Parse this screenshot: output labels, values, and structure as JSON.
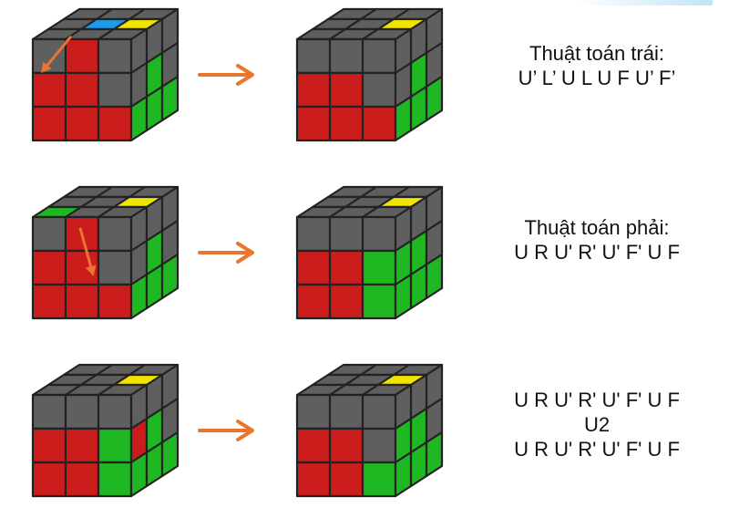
{
  "colors": {
    "grey": "#5f5f5f",
    "red": "#cc1d1d",
    "green": "#1fb822",
    "yellow": "#f2e400",
    "blue": "#1e9be8",
    "arrow": "#e8762f",
    "inner_arrow": "#e8762f"
  },
  "rows": [
    {
      "before": {
        "top": [
          "G",
          "G",
          "G",
          "G",
          "B",
          "Y",
          "G",
          "G",
          "G"
        ],
        "front": [
          "G",
          "R",
          "G",
          "R",
          "R",
          "G",
          "R",
          "R",
          "R"
        ],
        "side": [
          "G",
          "G",
          "G",
          "G",
          "N",
          "G",
          "N",
          "N",
          "N"
        ],
        "inner_arrow": "down-left"
      },
      "after": {
        "top": [
          "G",
          "G",
          "G",
          "G",
          "G",
          "Y",
          "G",
          "G",
          "G"
        ],
        "front": [
          "G",
          "G",
          "G",
          "R",
          "R",
          "G",
          "R",
          "R",
          "R"
        ],
        "side": [
          "G",
          "G",
          "G",
          "G",
          "N",
          "G",
          "N",
          "N",
          "N"
        ]
      },
      "algorithm": [
        "Thuật toán trái:",
        "U’ L’ U L U F U’ F’"
      ]
    },
    {
      "before": {
        "top": [
          "G",
          "G",
          "G",
          "G",
          "G",
          "Y",
          "N",
          "G",
          "G"
        ],
        "front": [
          "G",
          "R",
          "G",
          "R",
          "R",
          "G",
          "R",
          "R",
          "R"
        ],
        "side": [
          "G",
          "G",
          "G",
          "G",
          "N",
          "G",
          "N",
          "N",
          "N"
        ],
        "inner_arrow": "down-right"
      },
      "after": {
        "top": [
          "G",
          "G",
          "G",
          "G",
          "G",
          "Y",
          "G",
          "G",
          "G"
        ],
        "front": [
          "G",
          "G",
          "G",
          "R",
          "R",
          "N",
          "R",
          "R",
          "N"
        ],
        "side": [
          "G",
          "G",
          "G",
          "N",
          "N",
          "G",
          "N",
          "N",
          "N"
        ]
      },
      "algorithm": [
        "Thuật toán phải:",
        "U R U' R' U' F' U F"
      ]
    },
    {
      "before": {
        "top": [
          "G",
          "G",
          "G",
          "G",
          "G",
          "Y",
          "G",
          "G",
          "G"
        ],
        "front": [
          "G",
          "G",
          "G",
          "R",
          "R",
          "N",
          "R",
          "R",
          "N"
        ],
        "side": [
          "G",
          "G",
          "G",
          "R",
          "N",
          "G",
          "N",
          "N",
          "N"
        ]
      },
      "after": {
        "top": [
          "G",
          "G",
          "G",
          "G",
          "G",
          "Y",
          "G",
          "G",
          "G"
        ],
        "front": [
          "G",
          "G",
          "G",
          "R",
          "R",
          "G",
          "R",
          "R",
          "N"
        ],
        "side": [
          "G",
          "G",
          "G",
          "N",
          "N",
          "G",
          "N",
          "N",
          "N"
        ]
      },
      "algorithm": [
        "U R U' R' U' F' U F",
        "U2",
        "U R U' R' U' F' U F"
      ]
    }
  ]
}
